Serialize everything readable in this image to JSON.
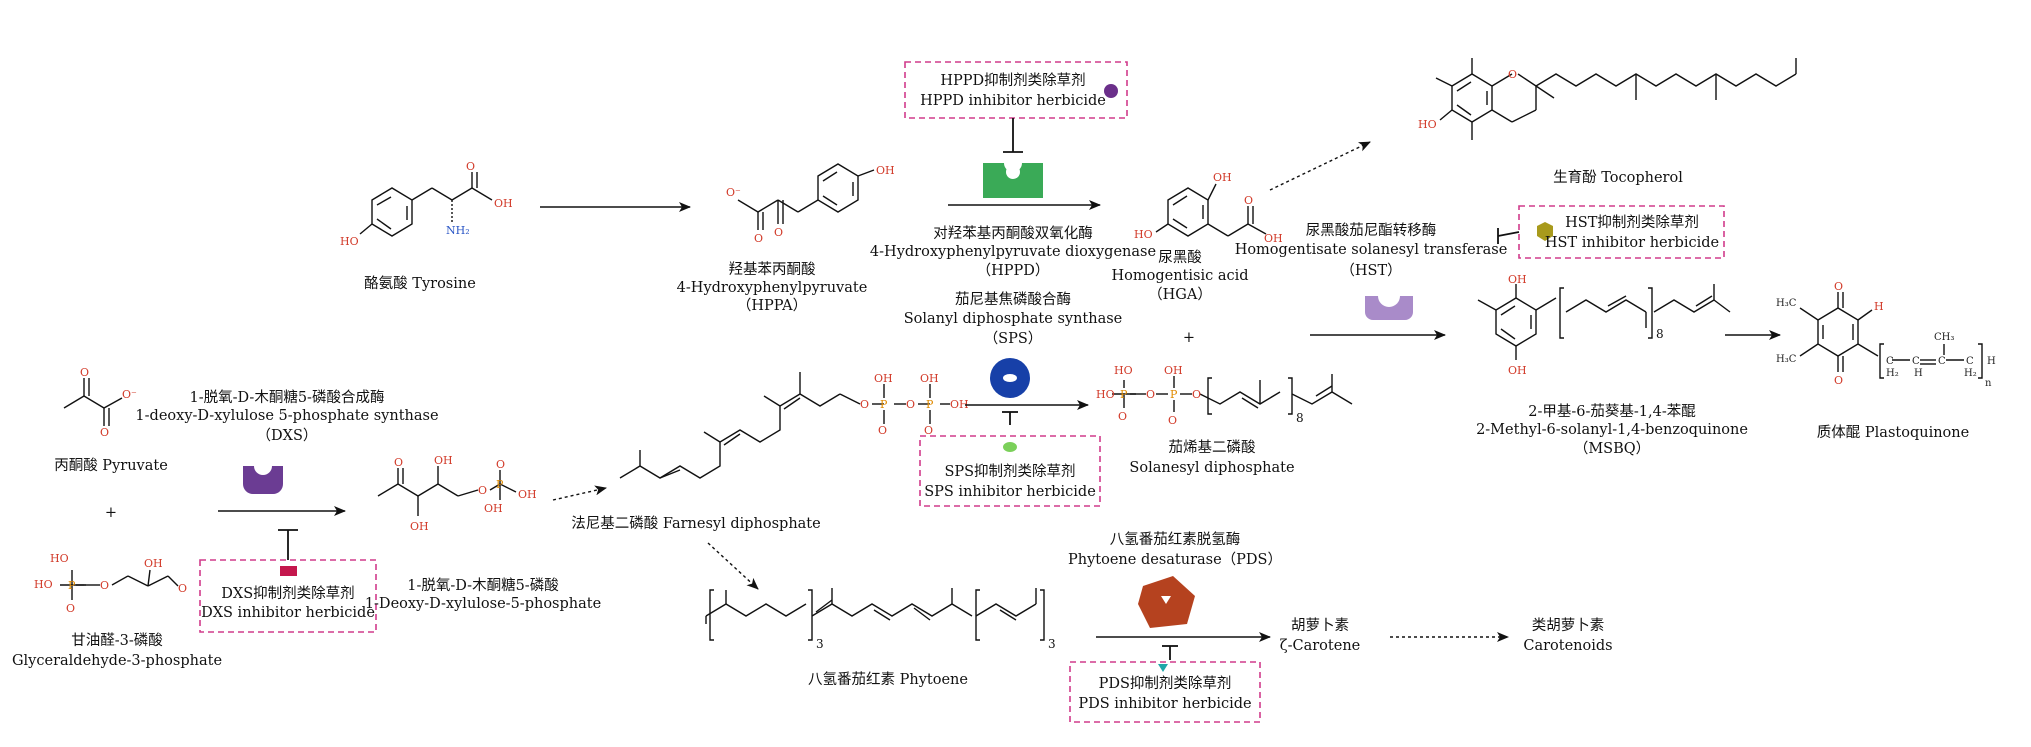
{
  "compounds": {
    "tyrosine": "酪氨酸 Tyrosine",
    "hppa_cn": "羟基苯丙酮酸",
    "hppa_en": "4-Hydroxyphenylpyruvate",
    "hppa_abbr": "（HPPA）",
    "hga_cn": "尿黑酸",
    "hga_en": "Homogentisic acid",
    "hga_abbr": "（HGA）",
    "tocopherol": "生育酚 Tocopherol",
    "pyruvate": "丙酮酸 Pyruvate",
    "g3p_cn": "甘油醛-3-磷酸",
    "g3p_en": "Glyceraldehyde-3-phosphate",
    "dxp_cn": "1-脱氧-D-木酮糖5-磷酸",
    "dxp_en": "1-Deoxy-D-xylulose-5-phosphate",
    "fpp": "法尼基二磷酸 Farnesyl diphosphate",
    "sdp_cn": "茄烯基二磷酸",
    "sdp_en": "Solanesyl diphosphate",
    "msbq_cn": "2-甲基-6-茄葵基-1,4-苯醌",
    "msbq_en": "2-Methyl-6-solanyl-1,4-benzoquinone",
    "msbq_abbr": "（MSBQ）",
    "plastoquinone": "质体醌 Plastoquinone",
    "phytoene": "八氢番茄红素 Phytoene",
    "zcarotene_cn": "胡萝卜素",
    "zcarotene_en": "ζ-Carotene",
    "carotenoids_cn": "类胡萝卜素",
    "carotenoids_en": "Carotenoids"
  },
  "enzymes": {
    "hppd_cn": "对羟苯基丙酮酸双氧化酶",
    "hppd_en": "4-Hydroxyphenylpyruvate dioxygenase",
    "hppd_abbr": "（HPPD）",
    "hst_cn": "尿黑酸茄尼酯转移酶",
    "hst_en": "Homogentisate solanesyl transferase",
    "hst_abbr": "（HST）",
    "sps_cn": "茄尼基焦磷酸合酶",
    "sps_en": "Solanyl diphosphate synthase",
    "sps_abbr": "（SPS）",
    "dxs_cn": "1-脱氧-D-木酮糖5-磷酸合成酶",
    "dxs_en": "1-deoxy-D-xylulose 5-phosphate synthase",
    "dxs_abbr": "（DXS）",
    "pds_cn": "八氢番茄红素脱氢酶",
    "pds_en": "Phytoene desaturase（PDS）"
  },
  "herbicides": {
    "hppd_cn": "HPPD抑制剂类除草剂",
    "hppd_en": "HPPD inhibitor herbicide",
    "hst_cn": "HST抑制剂类除草剂",
    "hst_en": "HST inhibitor herbicide",
    "sps_cn": "SPS抑制剂类除草剂",
    "sps_en": "SPS inhibitor herbicide",
    "dxs_cn": "DXS抑制剂类除草剂",
    "dxs_en": "DXS inhibitor herbicide",
    "pds_cn": "PDS抑制剂类除草剂",
    "pds_en": "PDS inhibitor herbicide"
  },
  "symbols": {
    "plus": "+",
    "sub_8": "8",
    "sub_3": "3",
    "sub_n": "n"
  },
  "atoms": {
    "OH": "OH",
    "HO": "HO",
    "O": "O",
    "Ominus": "O⁻",
    "NH2": "NH₂",
    "P": "P",
    "H3C": "H₃C",
    "CH3": "CH₃",
    "H": "H",
    "H2": "H₂",
    "C": "C"
  },
  "colors": {
    "hppd_enzyme": "#3aaa57",
    "hst_enzyme": "#a98bc9",
    "sps_enzyme": "#1740a8",
    "dxs_enzyme": "#6b3c93",
    "pds_enzyme": "#b5421f",
    "hppd_inhibitor": "#6b2f8a",
    "hst_inhibitor": "#a89a1c",
    "sps_inhibitor": "#7bd05a",
    "dxs_inhibitor": "#c4174d",
    "pds_inhibitor": "#1fa7a8",
    "box_border": "#d13b8c"
  }
}
